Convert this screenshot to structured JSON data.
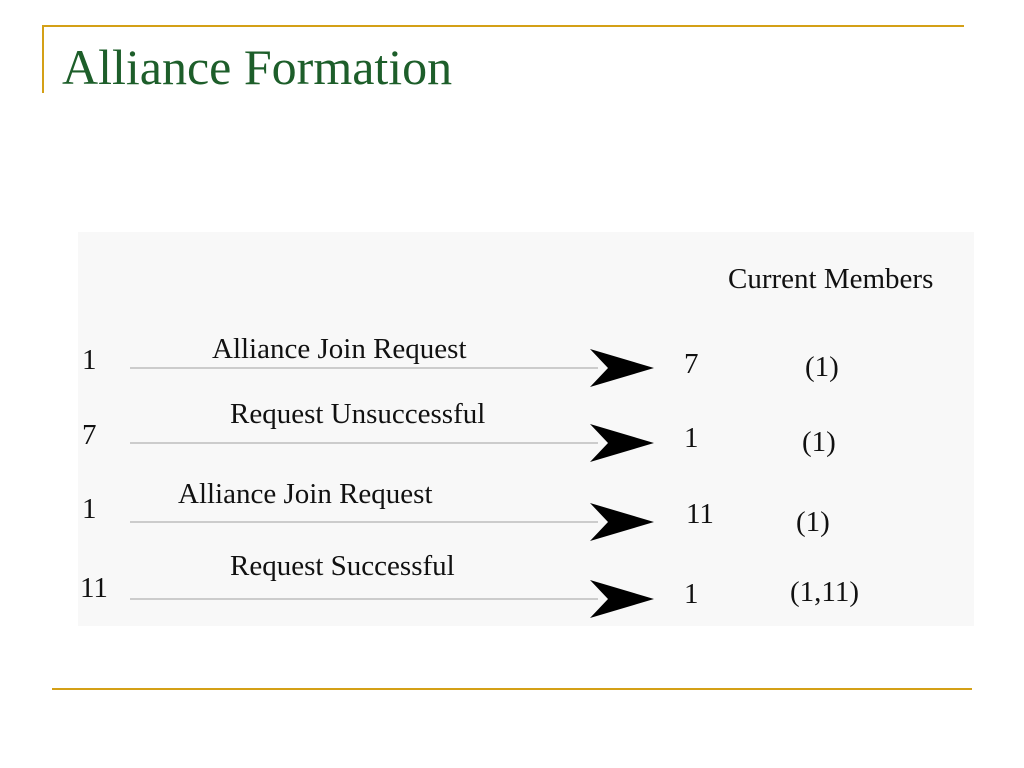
{
  "slide": {
    "title": "Alliance Formation",
    "accent_color": "#d4a017",
    "title_color": "#1d5e2a"
  },
  "diagram": {
    "column_header": "Current Members",
    "messages": [
      {
        "from": "1",
        "to": "7",
        "label": "Alliance Join Request",
        "members": "(1)"
      },
      {
        "from": "7",
        "to": "1",
        "label": "Request Unsuccessful",
        "members": "(1)"
      },
      {
        "from": "1",
        "to": "11",
        "label": "Alliance Join Request",
        "members": "(1)"
      },
      {
        "from": "11",
        "to": "1",
        "label": "Request Successful",
        "members": "(1,11)"
      }
    ]
  }
}
